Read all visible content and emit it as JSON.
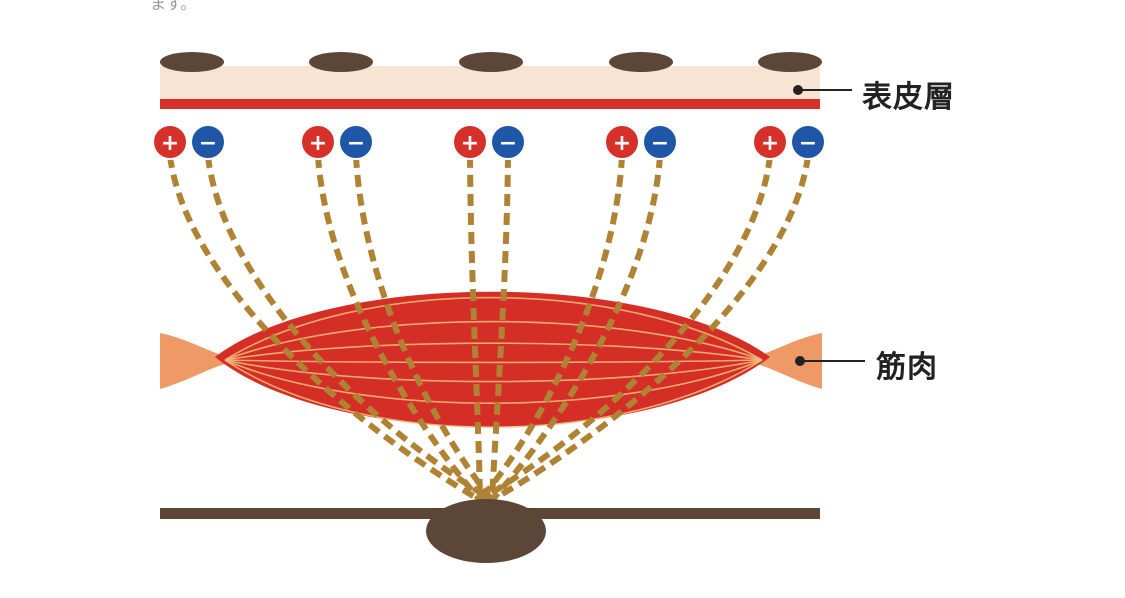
{
  "page": {
    "top_text_fragment": "ます。"
  },
  "labels": {
    "epidermis": "表皮層",
    "muscle": "筋肉"
  },
  "symbols": {
    "plus": "+",
    "minus": "−"
  },
  "colors": {
    "skin": "#f8e4d2",
    "red_line": "#d6302a",
    "pore": "#5b4638",
    "plus_charge": "#d6302a",
    "minus_charge": "#1f56a8",
    "nerve": "#b08233",
    "muscle": "#d42e26",
    "tendon": "#ee9966",
    "bone": "#5b4638",
    "fiber": "#f2c07e"
  },
  "electrode_pairs": 5
}
